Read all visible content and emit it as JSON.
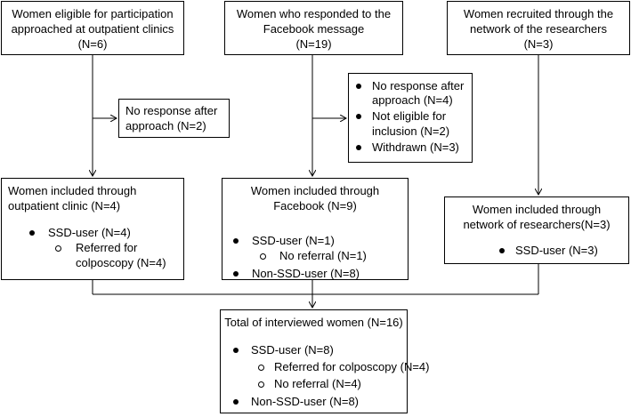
{
  "top": {
    "clinic": {
      "line1": "Women eligible for participation",
      "line2": "approached at outpatient clinics",
      "line3": "(N=6)"
    },
    "facebook": {
      "line1": "Women who responded to the",
      "line2": "Facebook message",
      "line3": "(N=19)"
    },
    "network": {
      "line1": "Women recruited through the",
      "line2": "network of the researchers",
      "line3": "(N=3)"
    }
  },
  "exclusion": {
    "clinic": {
      "line1": "No response after",
      "line2": "approach (N=2)"
    },
    "facebook": {
      "item1_line1": "No response after",
      "item1_line2": "approach (N=4)",
      "item2_line1": "Not eligible for",
      "item2_line2": "inclusion  (N=2)",
      "item3": "Withdrawn (N=3)"
    }
  },
  "included": {
    "clinic": {
      "line1": "Women included through",
      "line2": "outpatient clinic (N=4)",
      "ssd_user": "SSD-user (N=4)",
      "sub1_line1": "Referred for",
      "sub1_line2": "colposcopy (N=4)"
    },
    "facebook": {
      "line1": "Women included through",
      "line2": "Facebook (N=9)",
      "ssd_user": "SSD-user (N=1)",
      "sub1": "No referral (N=1)",
      "non_ssd": "Non-SSD-user (N=8)"
    },
    "network": {
      "line1": "Women included through",
      "line2": "network of researchers(N=3)",
      "ssd_user": "SSD-user (N=3)"
    }
  },
  "total": {
    "title": "Total of interviewed women (N=16)",
    "ssd_user": "SSD-user (N=8)",
    "sub1": "Referred for colposcopy (N=4)",
    "sub2": "No referral (N=4)",
    "non_ssd": "Non-SSD-user (N=8)"
  }
}
